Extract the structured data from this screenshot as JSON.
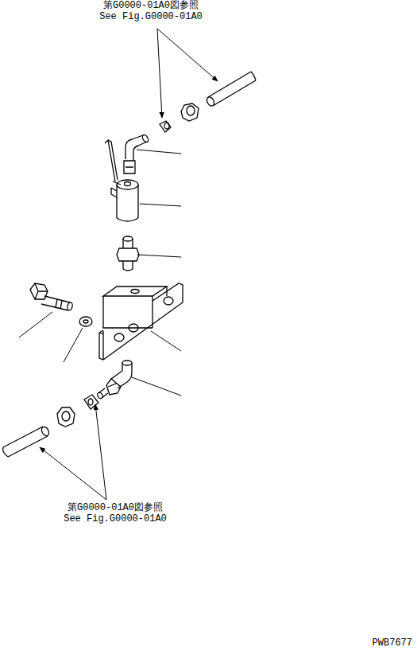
{
  "diagram": {
    "labels": [
      "第G0000-01A0図参照",
      "See Fig.G0000-01A0",
      "第G0000-01A0図参照",
      "See Fig.G0000-01A0",
      "PWB7677"
    ]
  }
}
